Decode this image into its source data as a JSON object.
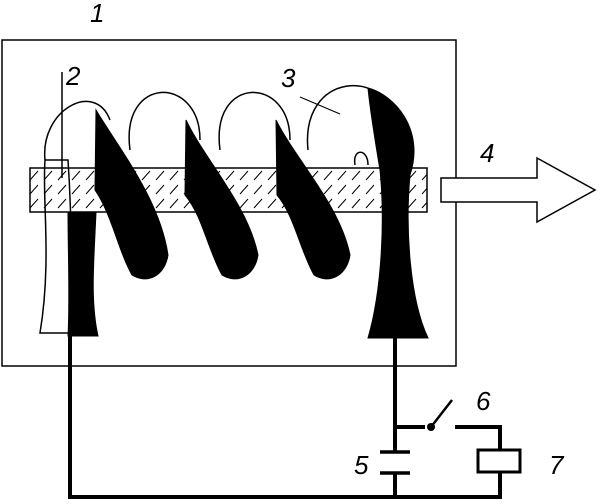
{
  "labels": {
    "housing": "1",
    "electrode": "2",
    "coil": "3",
    "output": "4",
    "capacitor": "5",
    "switch": "6",
    "load": "7"
  },
  "colors": {
    "ink": "#000000",
    "paper": "#ffffff"
  }
}
